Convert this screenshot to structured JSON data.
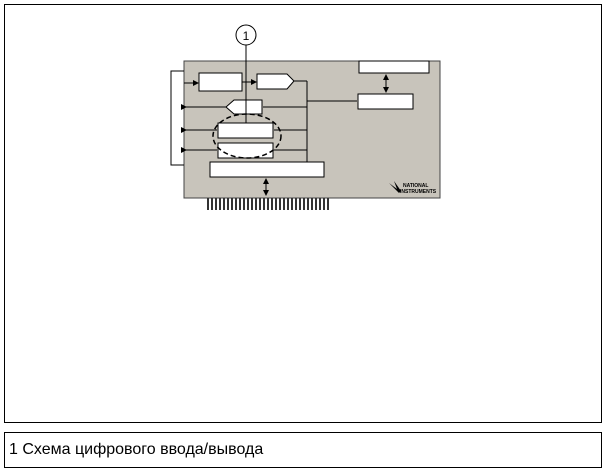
{
  "diagram": {
    "callout_number": "1",
    "logo_text_line1": "NATIONAL",
    "logo_text_line2": "INSTRUMENTS",
    "board_color": "#c8c4bb",
    "line_color": "#000000"
  },
  "caption": {
    "text": "1 Схема цифрового ввода/вывода"
  }
}
